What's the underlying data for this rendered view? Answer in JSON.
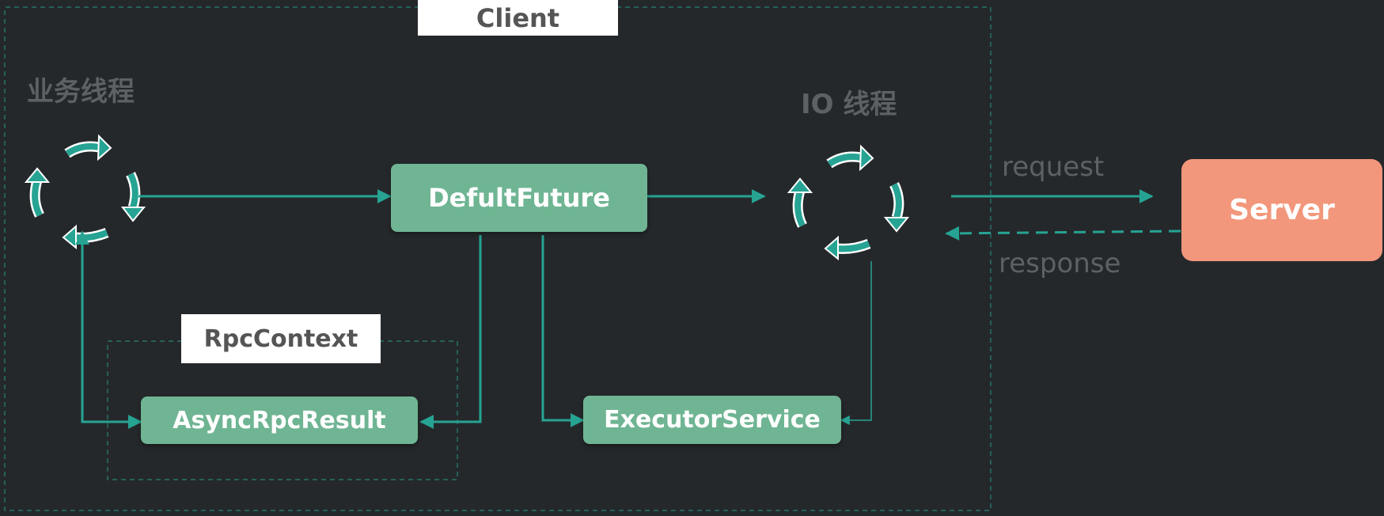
{
  "client_label": "Client",
  "business_thread_label": "业务线程",
  "io_thread_label": "IO 线程",
  "default_future_label": "DefultFuture",
  "rpc_context_label": "RpcContext",
  "async_rpc_result_label": "AsyncRpcResult",
  "executor_service_label": "ExecutorService",
  "server_label": "Server",
  "request_label": "request",
  "response_label": "response",
  "colors": {
    "background": "#25282b",
    "teal": "#26a393",
    "green_box": "#6fb593",
    "server_box": "#f2977b",
    "grey_text": "#5d6164"
  }
}
